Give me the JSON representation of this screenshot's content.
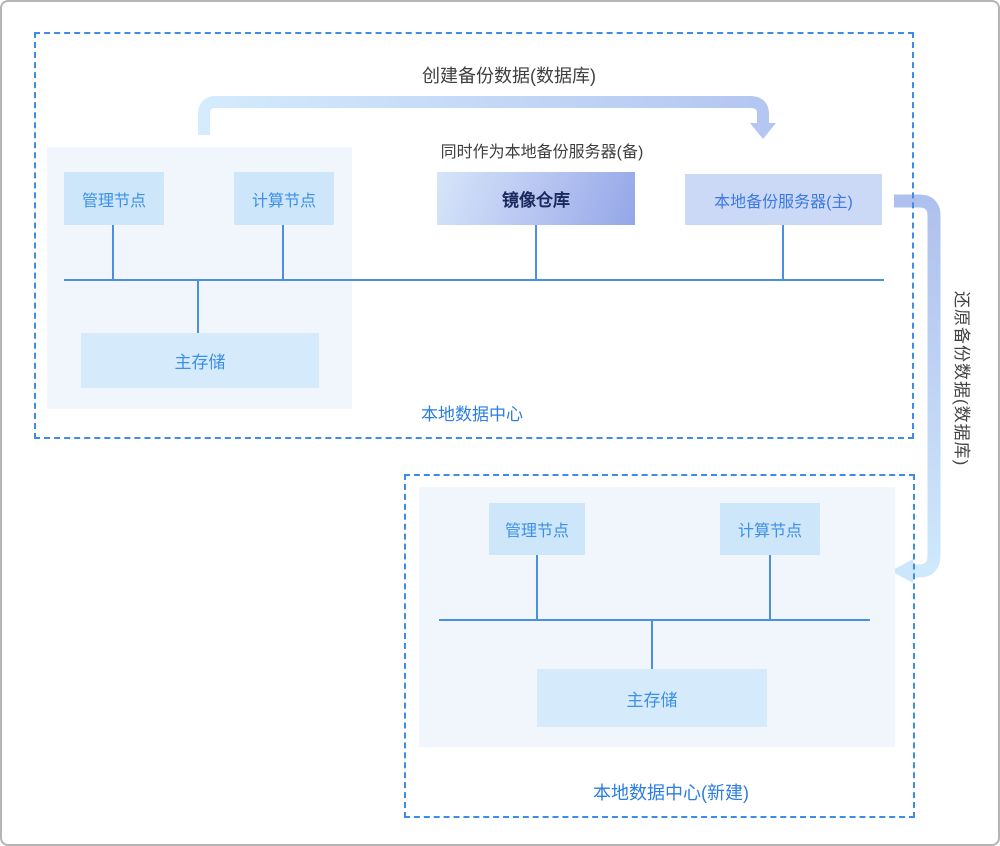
{
  "flows": {
    "create_backup": "创建备份数据(数据库)",
    "standby_note": "同时作为本地备份服务器(备)",
    "restore_backup": "还原备份数据(数据库)"
  },
  "dc1": {
    "label": "本地数据中心",
    "nodes": {
      "mgmt": "管理节点",
      "compute": "计算节点",
      "mirror": "镜像仓库",
      "backup_primary": "本地备份服务器(主)",
      "storage": "主存储"
    }
  },
  "dc2": {
    "label": "本地数据中心(新建)",
    "nodes": {
      "mgmt": "管理节点",
      "compute": "计算节点",
      "storage": "主存储"
    }
  },
  "colors": {
    "dashed_border": "#3f8ce8",
    "panel_bg": "#f0f6fc",
    "node_bg": "#cde6f9",
    "storage_bg": "#d5ebfb",
    "backup_primary_bg": "#ccd9f6",
    "mirror_gradient_start": "#d7e5fa",
    "mirror_gradient_end": "#94a6e8",
    "node_text": "#3d8fe8",
    "mirror_text": "#1b2a5e",
    "dc_label_text": "#2b7de1",
    "flow_text": "#3f3f3f",
    "connector_line": "#4a90e2",
    "arrow_light": "#cfe9fc",
    "arrow_dark": "#aec0ed",
    "frame_border": "#b5b5b5"
  }
}
